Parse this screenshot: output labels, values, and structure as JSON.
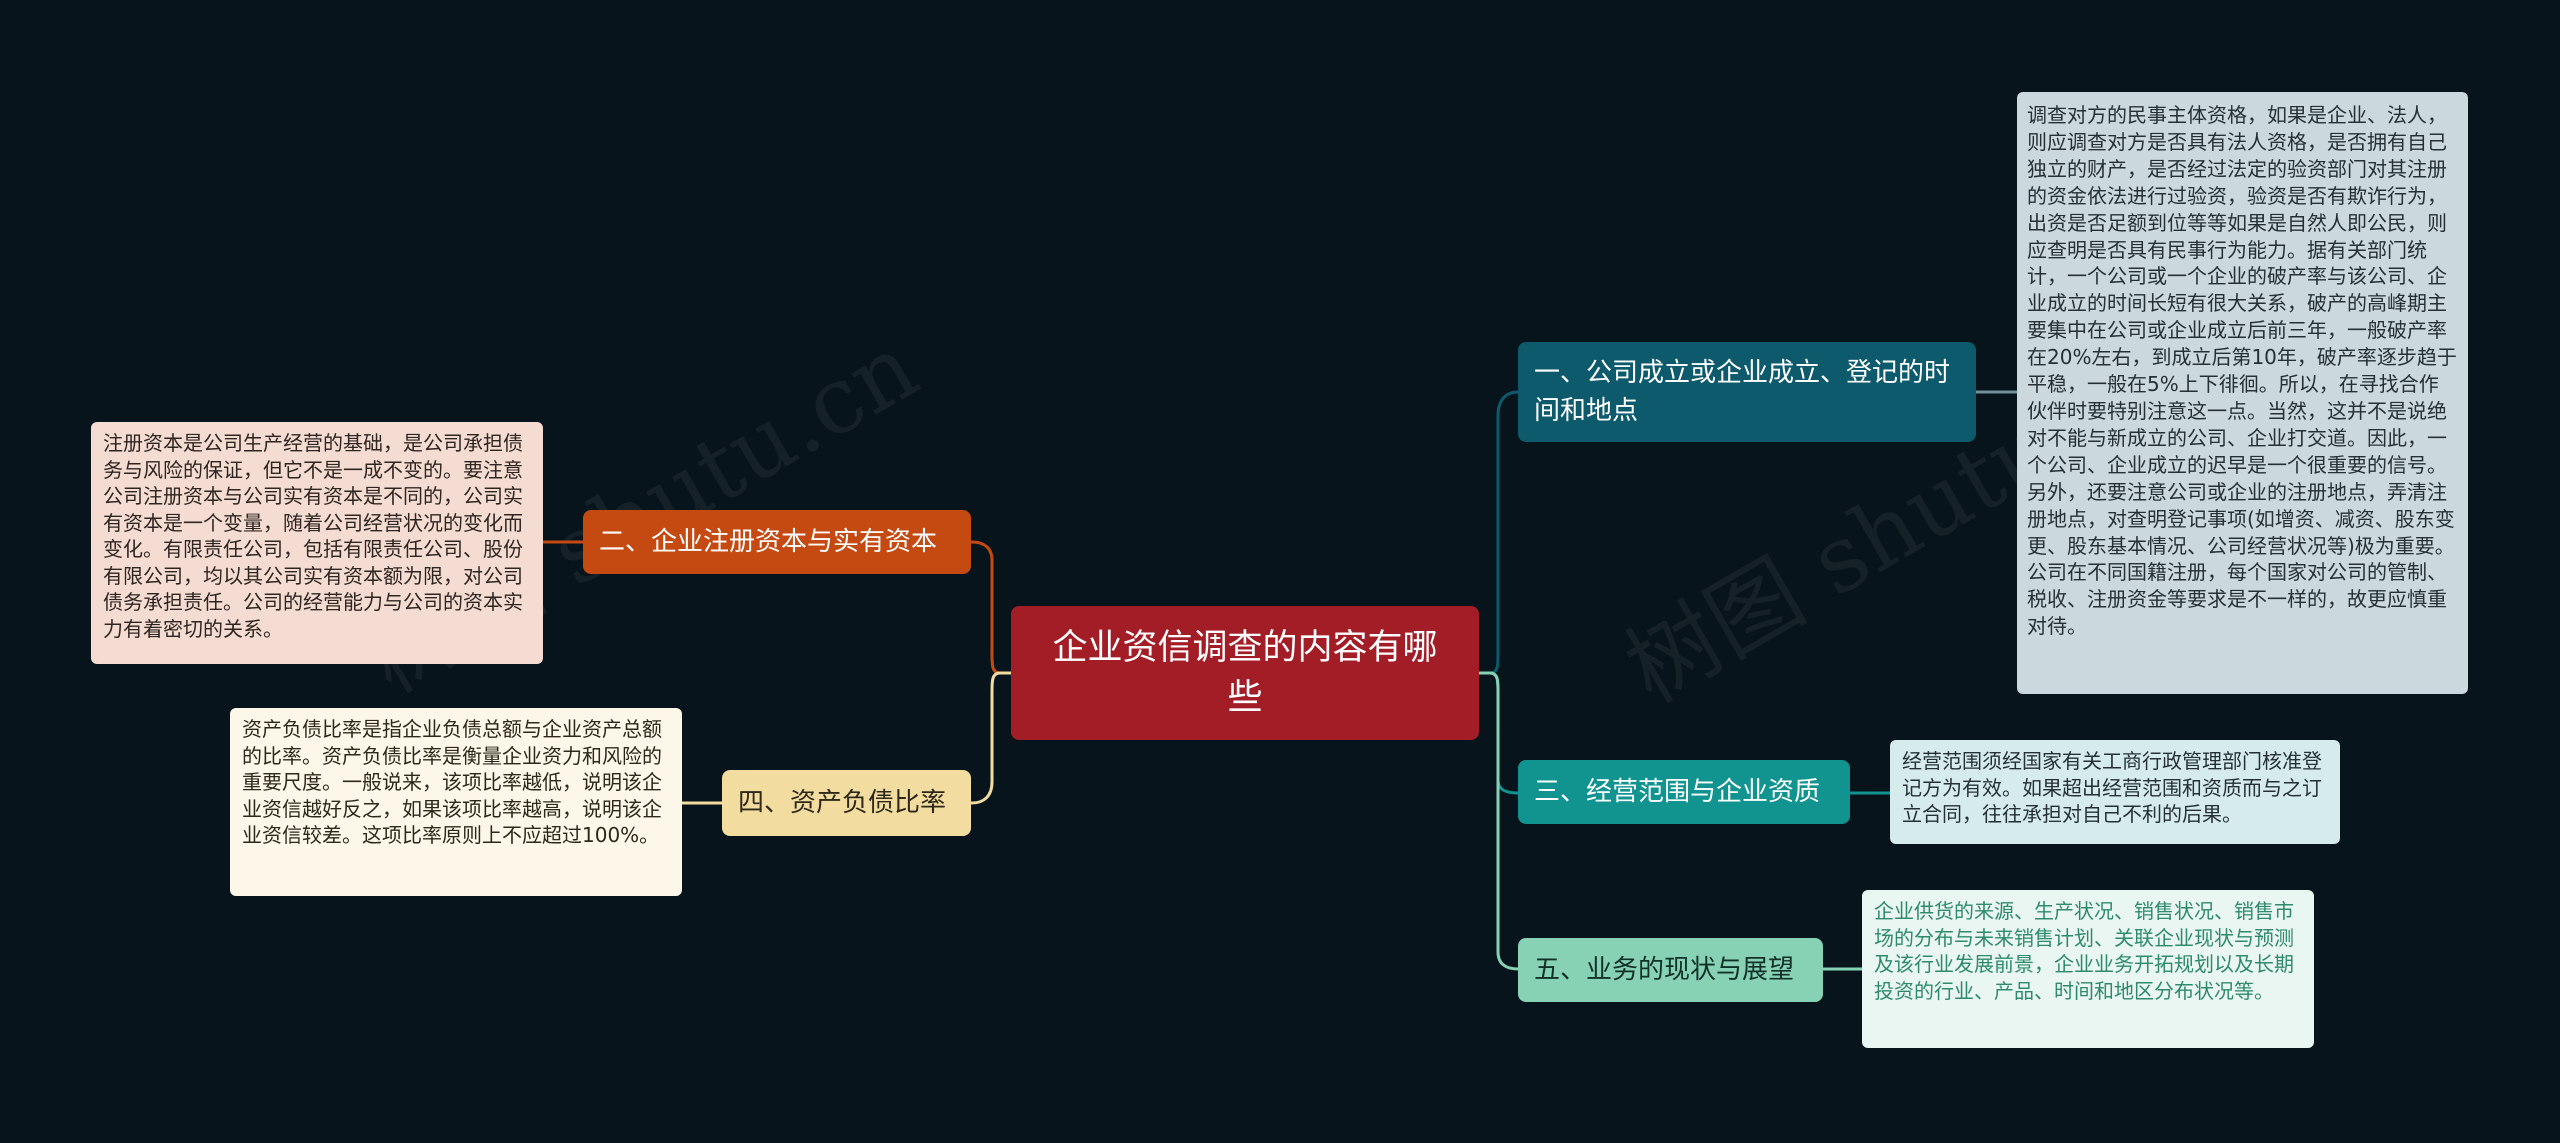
{
  "watermark": "树图 shutu.cn",
  "center": {
    "label": "企业资信调查的内容有哪些"
  },
  "colors": {
    "background": "#08141b",
    "center": "#a31d27",
    "branch1": "#0d5a6c",
    "branch2": "#c44a12",
    "branch3": "#11948f",
    "branch4": "#f2dc9f",
    "branch5": "#87d2b5"
  },
  "branches": [
    {
      "label": "一、公司成立或企业成立、登记的时间和地点",
      "detail": "调查对方的民事主体资格，如果是企业、法人，则应调查对方是否具有法人资格，是否拥有自己独立的财产，是否经过法定的验资部门对其注册的资金依法进行过验资，验资是否有欺诈行为，出资是否足额到位等等如果是自然人即公民，则应查明是否具有民事行为能力。据有关部门统计，一个公司或一个企业的破产率与该公司、企业成立的时间长短有很大关系，破产的高峰期主要集中在公司或企业成立后前三年，一般破产率在20%左右，到成立后第10年，破产率逐步趋于平稳，一般在5%上下徘徊。所以，在寻找合作伙伴时要特别注意这一点。当然，这并不是说绝对不能与新成立的公司、企业打交道。因此，一个公司、企业成立的迟早是一个很重要的信号。另外，还要注意公司或企业的注册地点，弄清注册地点，对查明登记事项(如增资、减资、股东变更、股东基本情况、公司经营状况等)极为重要。公司在不同国籍注册，每个国家对公司的管制、税收、注册资金等要求是不一样的，故更应慎重对待。"
    },
    {
      "label": "二、企业注册资本与实有资本",
      "detail": "注册资本是公司生产经营的基础，是公司承担债务与风险的保证，但它不是一成不变的。要注意公司注册资本与公司实有资本是不同的，公司实有资本是一个变量，随着公司经营状况的变化而变化。有限责任公司，包括有限责任公司、股份有限公司，均以其公司实有资本额为限，对公司债务承担责任。公司的经营能力与公司的资本实力有着密切的关系。"
    },
    {
      "label": "三、经营范围与企业资质",
      "detail": "经营范围须经国家有关工商行政管理部门核准登记方为有效。如果超出经营范围和资质而与之订立合同，往往承担对自己不利的后果。"
    },
    {
      "label": "四、资产负债比率",
      "detail": "资产负债比率是指企业负债总额与企业资产总额的比率。资产负债比率是衡量企业资力和风险的重要尺度。一般说来，该项比率越低，说明该企业资信越好反之，如果该项比率越高，说明该企业资信较差。这项比率原则上不应超过100%。"
    },
    {
      "label": "五、业务的现状与展望",
      "detail": "企业供货的来源、生产状况、销售状况、销售市场的分布与未来销售计划、关联企业现状与预测及该行业发展前景，企业业务开拓规划以及长期投资的行业、产品、时间和地区分布状况等。"
    }
  ]
}
